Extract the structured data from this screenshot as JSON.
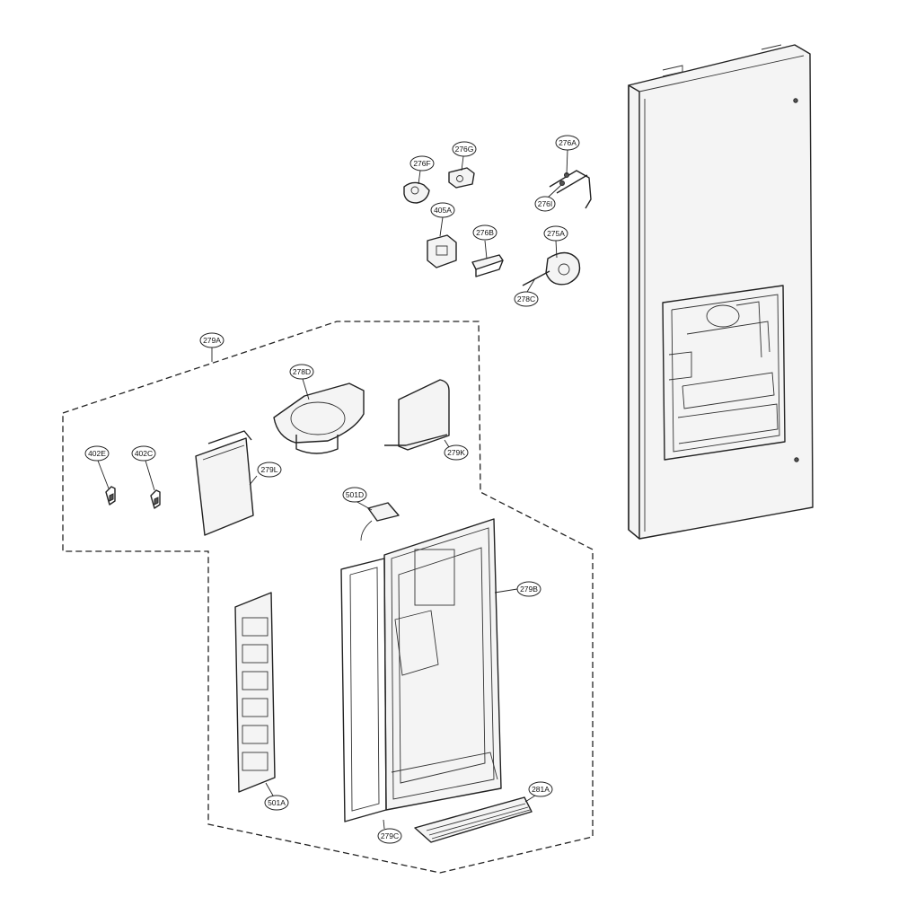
{
  "callouts": {
    "c276F": "276F",
    "c276G": "276G",
    "c276A": "276A",
    "c276I": "276I",
    "c405A": "405A",
    "c276B": "276B",
    "c275A": "275A",
    "c278C": "278C",
    "c279A": "279A",
    "c278D": "278D",
    "c279K": "279K",
    "c402E": "402E",
    "c402C": "402C",
    "c279L": "279L",
    "c501D": "501D",
    "c279B": "279B",
    "c501A": "501A",
    "c281A": "281A",
    "c279C": "279C"
  },
  "colors": {
    "line": "#222222",
    "background": "#ffffff"
  }
}
